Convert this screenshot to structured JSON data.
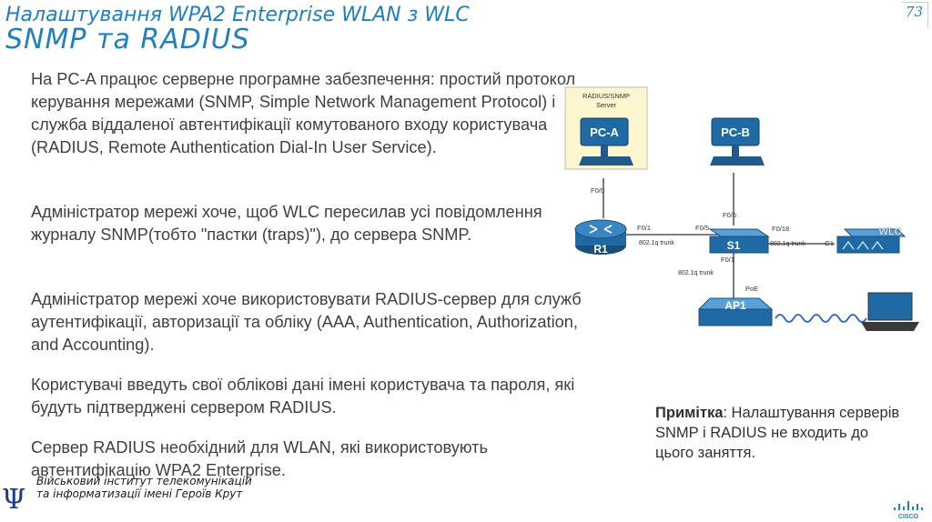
{
  "header": {
    "title_line1": "Налаштування WPA2 Enterprise WLAN з WLC",
    "title_line2": "SNMP та RADIUS",
    "slide_number": "73"
  },
  "body": {
    "paragraphs": [
      "На PC-A працює серверне програмне забезпечення: простий протокол керування мережами (SNMP, Simple Network Management Protocol) і служба віддаленої автентифікації комутованого входу користувача (RADIUS, Remote Authentication Dial-In User Service).",
      "Адміністратор мережі хоче, щоб WLC пересилав усі повідомлення журналу SNMP(тобто \"пастки (traps)\"), до сервера SNMP.",
      "Адміністратор мережі хоче використовувати RADIUS-сервер для служб аутентифікації, авторизації та обліку (AAA, Authentication, Authorization, and Accounting).",
      "Користувачі введуть свої облікові дані імені користувача та пароля, які будуть підтверджені сервером RADIUS.",
      "Сервер RADIUS необхідний для WLAN, які використовують автентифікацію WPA2 Enterprise."
    ]
  },
  "note": {
    "label": "Примітка",
    "text": ": Налаштування серверів SNMP і RADIUS не входить до цього заняття."
  },
  "diagram": {
    "server_label_line1": "RADIUS/SNMP",
    "server_label_line2": "Server",
    "pca": "PC-A",
    "pcb": "PC-B",
    "r1": "R1",
    "s1": "S1",
    "wlc": "WLC",
    "ap1": "AP1",
    "port_f00": "F0/0",
    "port_r1_f01": "F0/1",
    "port_s1_f05": "F0/5",
    "port_s1_f06": "F0/6",
    "port_s1_f018": "F0/18",
    "port_s1_f01": "F0/1",
    "port_g1": "G1",
    "trunk1": "802.1q trunk",
    "trunk2": "802.1q trunk",
    "trunk3": "802.1q trunk",
    "poe": "PoE"
  },
  "footer": {
    "institute": "Військовий інститут телекомунікацій та інформатизації імені Героїв Крут",
    "logo_text": "CISCO"
  },
  "colors": {
    "title": "#1f7fbf",
    "device_blue": "#1f6aa5",
    "server_bg": "#fdf6cf"
  }
}
